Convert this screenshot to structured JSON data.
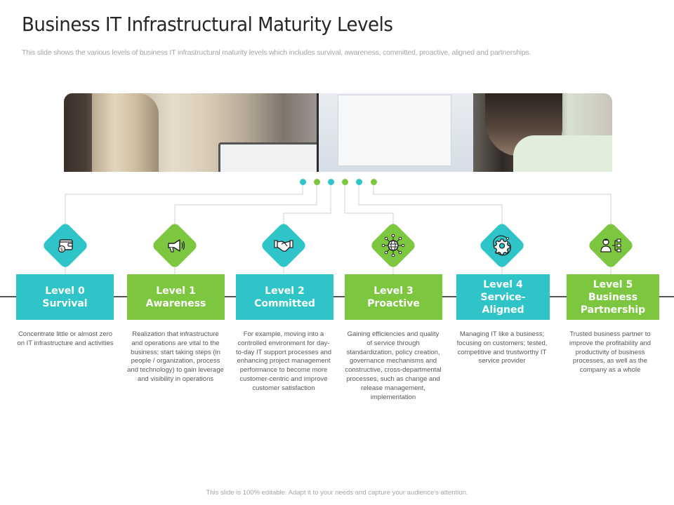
{
  "slide": {
    "title": "Business IT Infrastructural Maturity Levels",
    "subtitle": "This slide shows the various levels of business IT infrastructural maturity levels which includes survival, awareness, committed, proactive, aligned and partnerships.",
    "footer": "This slide is 100% editable.  Adapt it to your needs and capture your audience's attention."
  },
  "colors": {
    "teal": "#2fc5c8",
    "green": "#7dc740",
    "connector_line": "#d0d0d0",
    "timeline_line": "#555555",
    "title_text": "#262626",
    "muted_text": "#a6a6a6",
    "desc_text": "#595959"
  },
  "photo": {
    "description": "Two people working at computers in an office"
  },
  "levels": [
    {
      "level_label": "Level 0",
      "name_lines": [
        "Survival"
      ],
      "color": "teal",
      "icon": "wallet-dollar-icon",
      "description": "Concentrate little or almost zero on IT infrastructure and activities"
    },
    {
      "level_label": "Level 1",
      "name_lines": [
        "Awareness"
      ],
      "color": "green",
      "icon": "megaphone-icon",
      "description": "Realization that infrastructure and operations are vital to the business; start taking steps (in people / organization, process and technology) to gain leverage and visibility in operations"
    },
    {
      "level_label": "Level 2",
      "name_lines": [
        "Committed"
      ],
      "color": "teal",
      "icon": "handshake-icon",
      "description": "For example, moving into a controlled environment for day-to-day IT support processes and enhancing project management performance to become more customer-centric and improve customer satisfaction"
    },
    {
      "level_label": "Level 3",
      "name_lines": [
        "Proactive"
      ],
      "color": "green",
      "icon": "globe-network-icon",
      "description": "Gaining efficiencies and quality of service through standardization, policy creation, governance mechanisms and constructive, cross-departmental processes, such as change and release management,  implementation"
    },
    {
      "level_label": "Level 4",
      "name_lines": [
        "Service-",
        "Aligned"
      ],
      "color": "teal",
      "icon": "gear-cycle-icon",
      "description": "Managing IT  like a business; focusing on customers; tested, competitive and trustworthy IT service provider"
    },
    {
      "level_label": "Level 5",
      "name_lines": [
        "Business",
        "Partnership"
      ],
      "color": "green",
      "icon": "person-hierarchy-icon",
      "description": "Trusted business partner to improve the profitability and productivity of business processes, as well as the company as a whole"
    }
  ]
}
